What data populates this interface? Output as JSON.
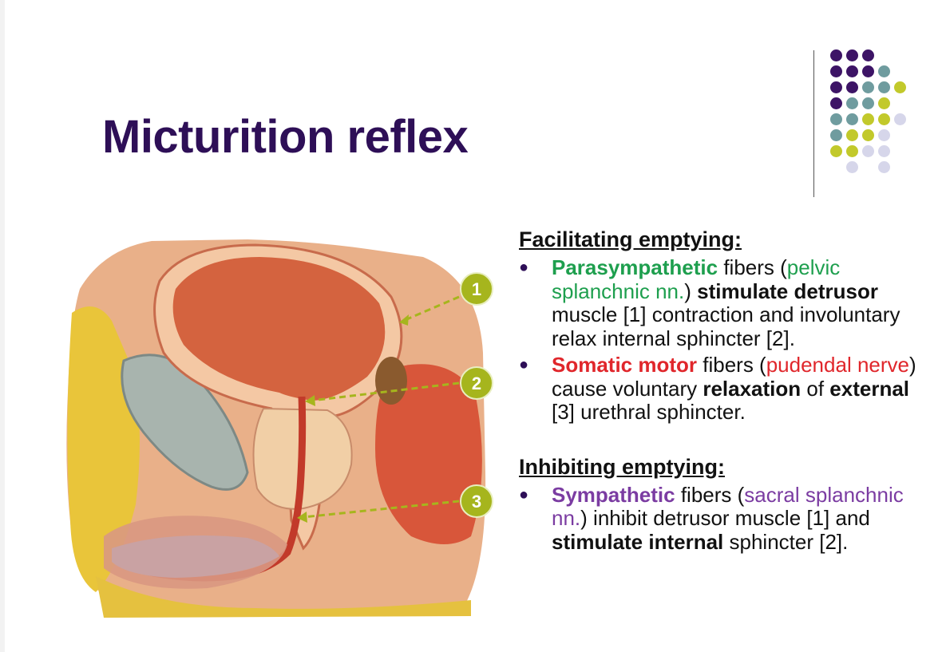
{
  "slide": {
    "title": "Micturition reflex",
    "callouts": [
      "1",
      "2",
      "3"
    ],
    "sections": [
      {
        "heading": "Facilitating emptying:",
        "bullets": [
          {
            "bullet_symbol": "●",
            "segments": [
              {
                "text": "Parasympathetic",
                "bold": true,
                "color": "#1e9f4e"
              },
              {
                "text": " fibers ("
              },
              {
                "text": "pelvic splanchnic nn.",
                "color": "#1e9f4e"
              },
              {
                "text": ") "
              },
              {
                "text": "stimulate detrusor",
                "bold": true
              },
              {
                "text": " muscle [1] contraction and involuntary relax internal sphincter [2]."
              }
            ]
          },
          {
            "bullet_symbol": "●",
            "segments": [
              {
                "text": "Somatic motor",
                "bold": true,
                "color": "#e0262b"
              },
              {
                "text": " fibers ("
              },
              {
                "text": "pudendal nerve",
                "color": "#e0262b"
              },
              {
                "text": ") cause voluntary "
              },
              {
                "text": "relaxation",
                "bold": true
              },
              {
                "text": " of "
              },
              {
                "text": "external",
                "bold": true
              },
              {
                "text": " [3] urethral sphincter."
              }
            ]
          }
        ]
      },
      {
        "heading": "Inhibiting emptying:",
        "bullets": [
          {
            "bullet_symbol": "●",
            "segments": [
              {
                "text": "Sympathetic",
                "bold": true,
                "color": "#7b3ca2"
              },
              {
                "text": " fibers ("
              },
              {
                "text": "sacral splanchnic nn.",
                "color": "#7b3ca2"
              },
              {
                "text": ") inhibit detrusor muscle [1] and "
              },
              {
                "text": "stimulate internal",
                "bold": true
              },
              {
                "text": " sphincter [2]."
              }
            ]
          }
        ]
      }
    ]
  },
  "theme": {
    "title_color": "#2e0f57",
    "dot_colors": [
      "#3d1466",
      "#6f9c9f",
      "#c2c92b",
      "#d6d6ea"
    ],
    "callout_color": "#a6b51d"
  }
}
